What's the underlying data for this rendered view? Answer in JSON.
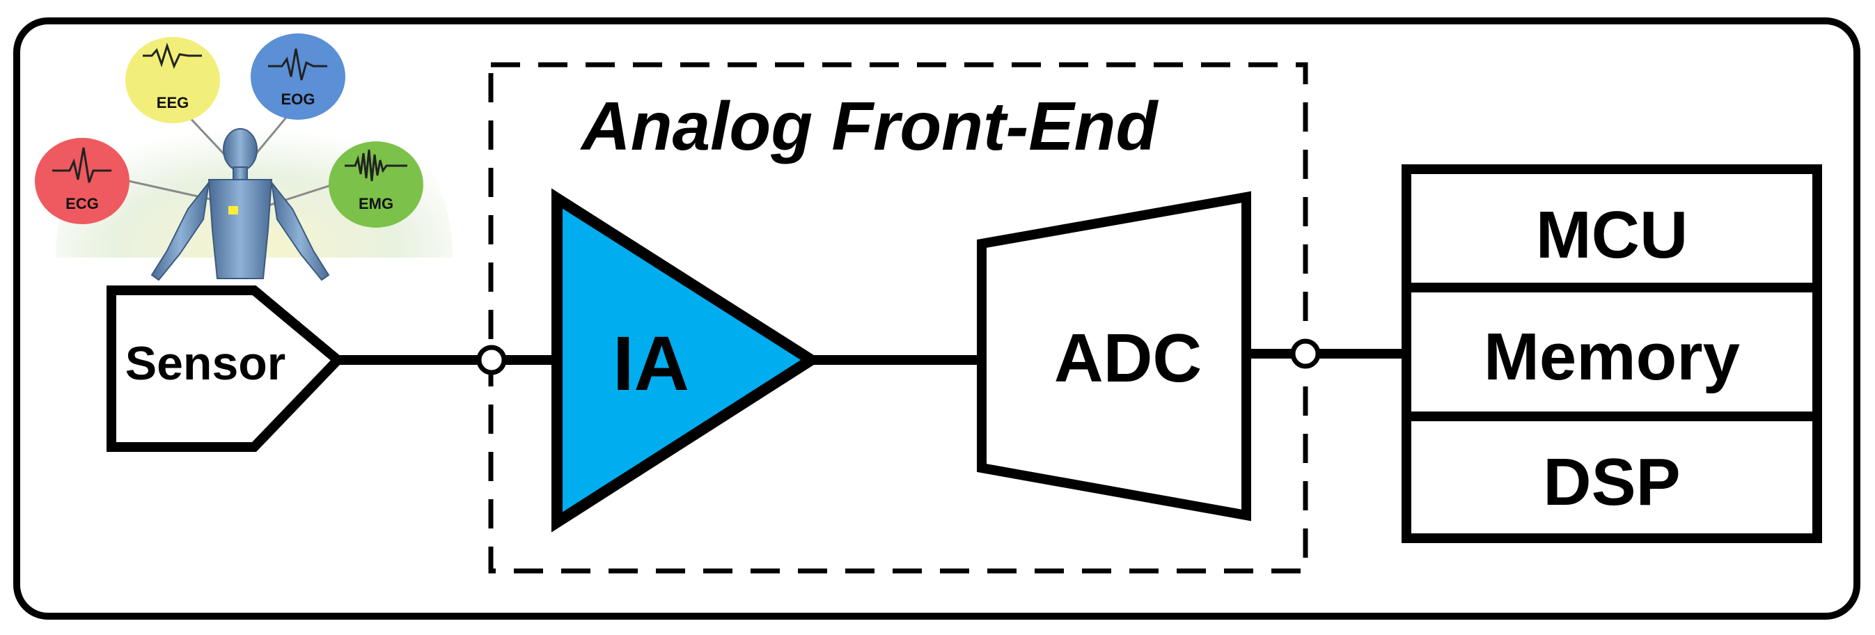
{
  "afe": {
    "title": "Analog Front-End"
  },
  "sensor": {
    "label": "Sensor"
  },
  "amplifier": {
    "label": "IA",
    "color": "#00adef"
  },
  "adc": {
    "label": "ADC"
  },
  "processing": {
    "blocks": [
      {
        "label": "MCU"
      },
      {
        "label": "Memory"
      },
      {
        "label": "DSP"
      }
    ]
  },
  "biosignals": [
    {
      "label": "EEG",
      "color": "#f2ee7a",
      "icon": "eeg-waveform-icon"
    },
    {
      "label": "EOG",
      "color": "#5b8fd6",
      "icon": "eog-waveform-icon"
    },
    {
      "label": "ECG",
      "color": "#ee5a5f",
      "icon": "ecg-waveform-icon"
    },
    {
      "label": "EMG",
      "color": "#7cc24a",
      "icon": "emg-waveform-icon"
    }
  ]
}
